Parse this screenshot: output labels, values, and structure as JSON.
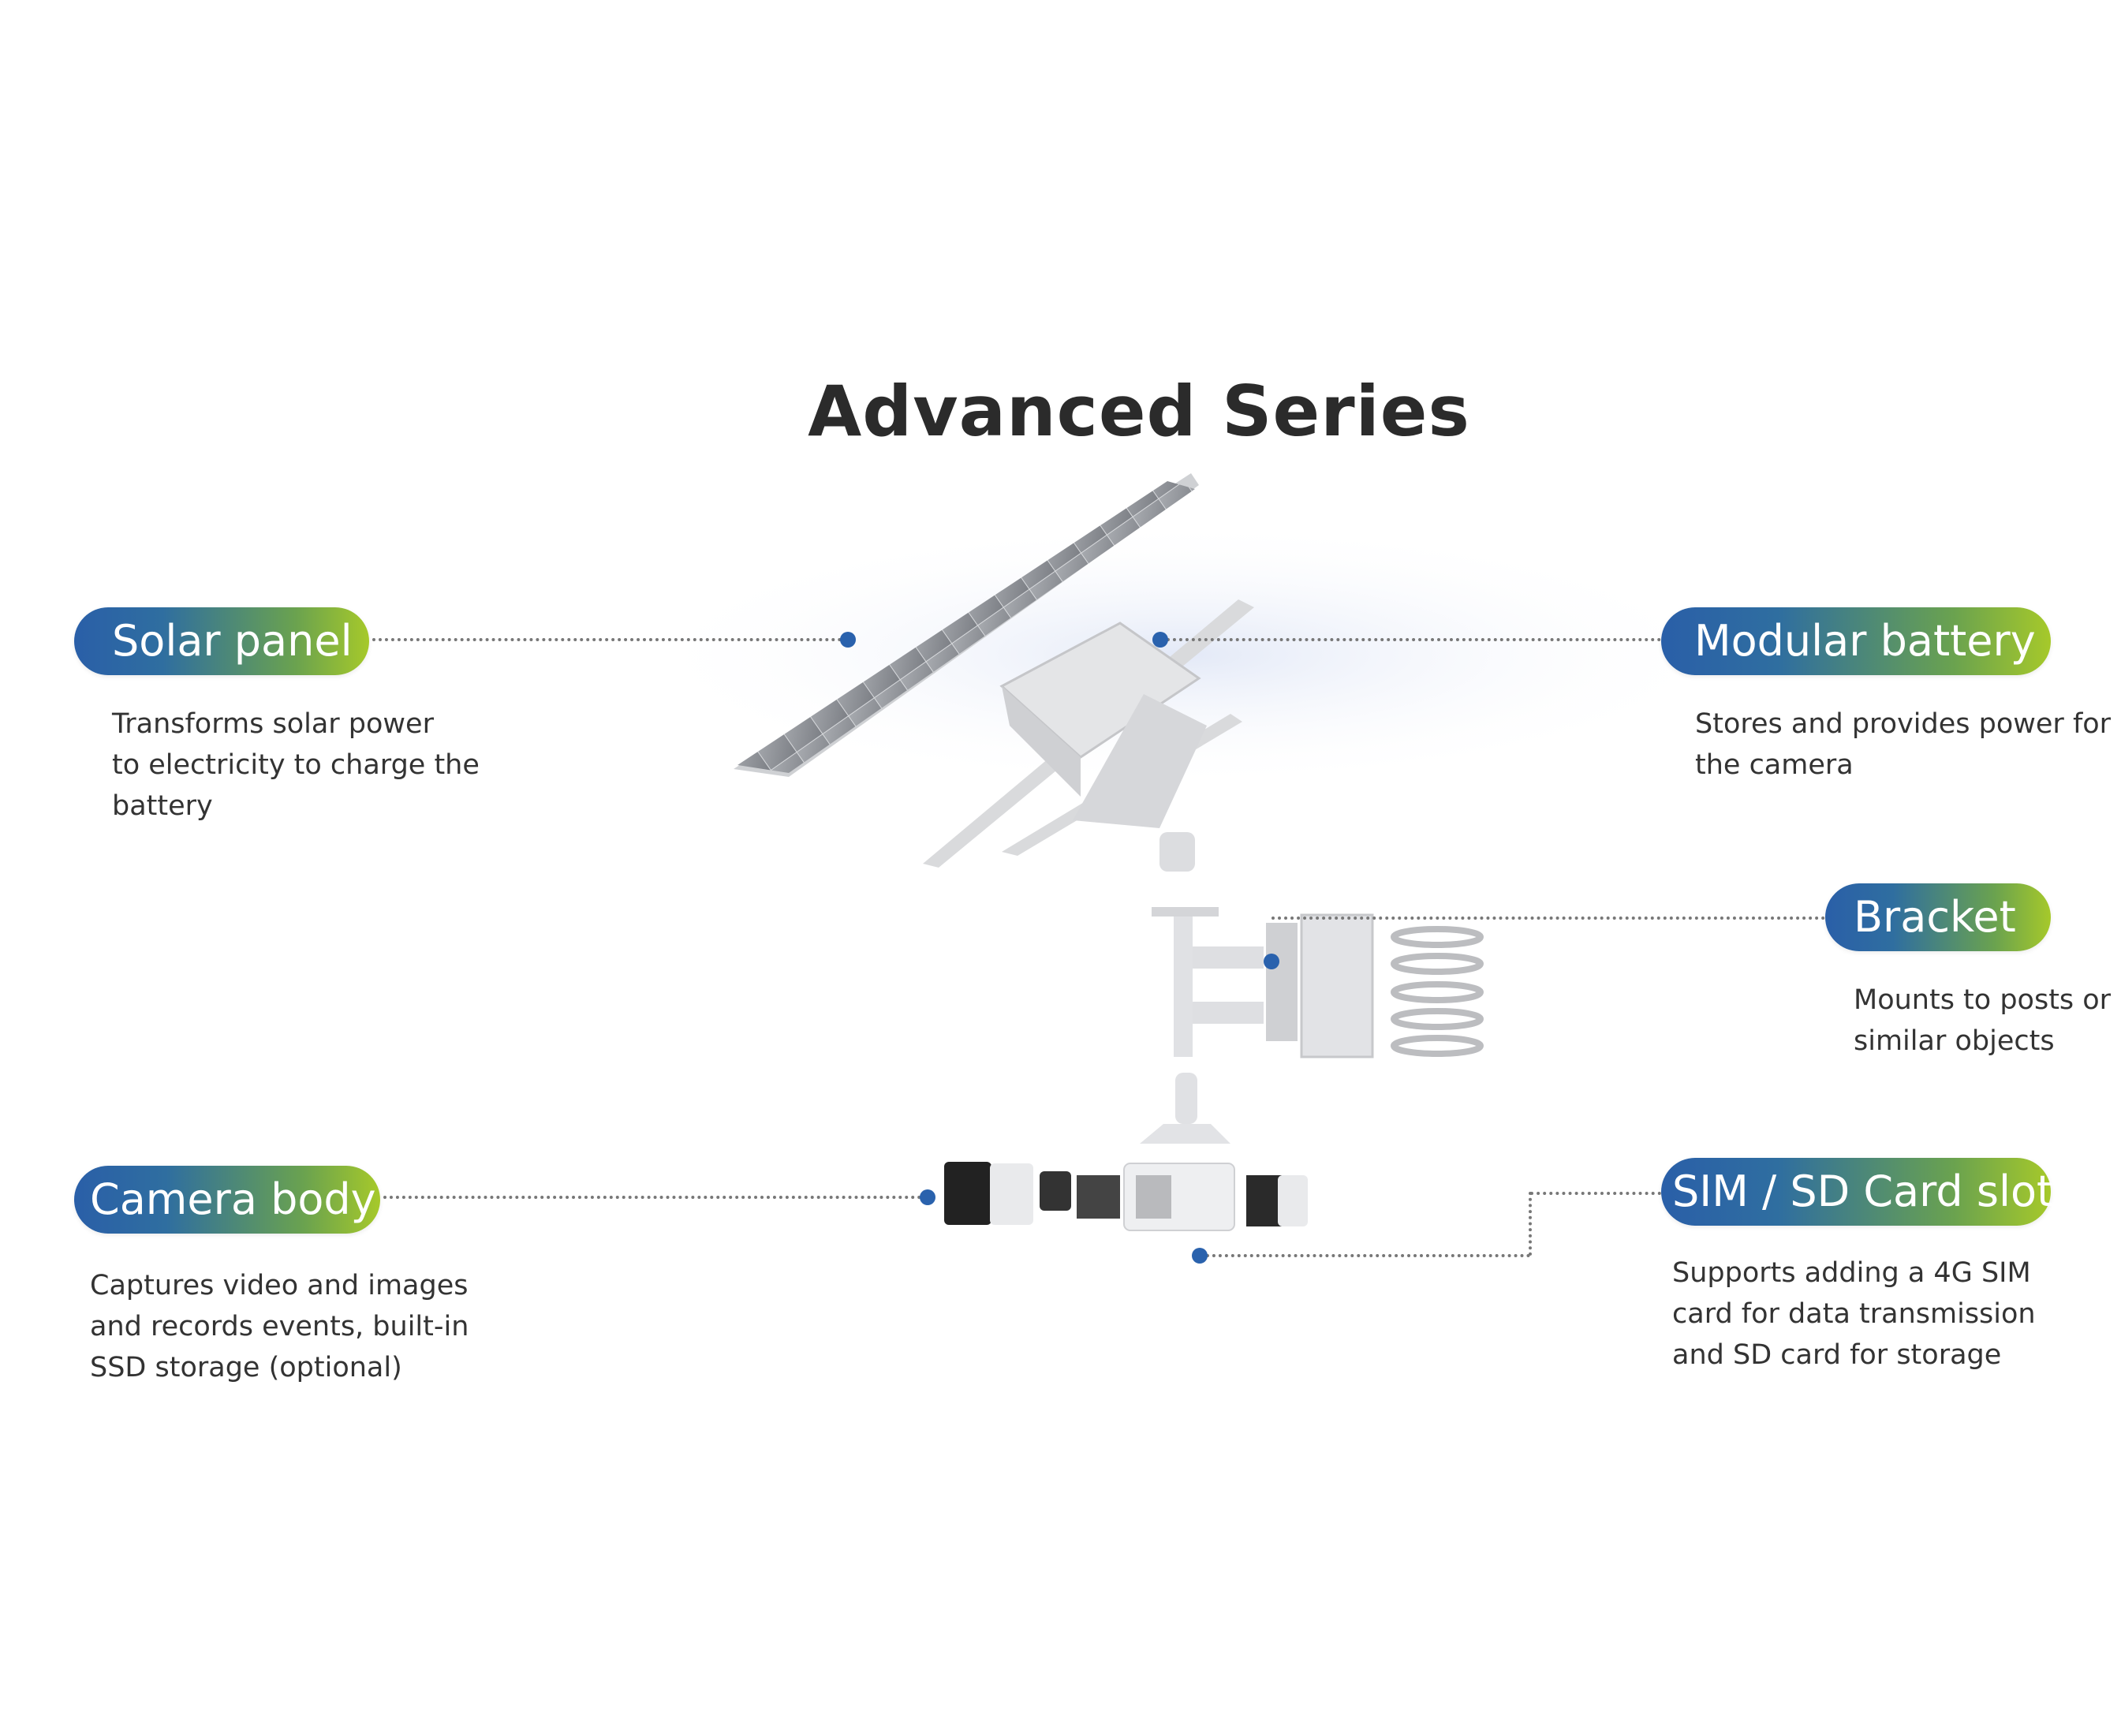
{
  "title": "Advanced Series",
  "components": {
    "solar": {
      "label": "Solar panel",
      "desc": [
        "Transforms solar power",
        "to electricity to charge the",
        "battery"
      ]
    },
    "battery": {
      "label": "Modular battery",
      "desc": [
        "Stores and provides power for",
        "the camera"
      ]
    },
    "bracket": {
      "label": "Bracket",
      "desc": [
        "Mounts to posts or",
        "similar objects"
      ]
    },
    "camera": {
      "label": "Camera body",
      "desc": [
        "Captures video and images",
        "and records events, built-in",
        "SSD storage (optional)"
      ]
    },
    "sim": {
      "label": "SIM / SD Card slot",
      "desc": [
        "Supports adding a 4G SIM",
        "card for data transmission",
        "and SD card for storage"
      ]
    }
  },
  "colors": {
    "accent_start": "#2a5fa8",
    "accent_end": "#a6c92a",
    "dot": "#2a62ad"
  }
}
